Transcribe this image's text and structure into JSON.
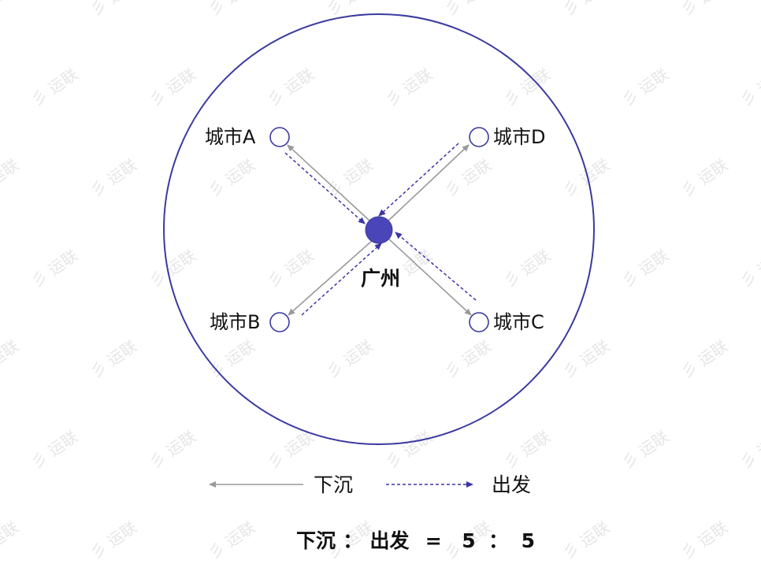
{
  "watermark": "运联",
  "hub": {
    "label": "广州",
    "color": "#4a45b8"
  },
  "cities": [
    {
      "id": "a",
      "label": "城市A"
    },
    {
      "id": "b",
      "label": "城市B"
    },
    {
      "id": "c",
      "label": "城市C"
    },
    {
      "id": "d",
      "label": "城市D"
    }
  ],
  "legend": {
    "sink_label": "下沉",
    "depart_label": "出发",
    "sink_color": "#999999",
    "depart_color": "#3b35a6"
  },
  "ratio": {
    "left_label": "下沉",
    "sep": "：",
    "right_label": "出发",
    "equals": "=",
    "left_value": "5",
    "colon": "：",
    "right_value": "5"
  },
  "colors": {
    "circle": "#3b3aa0",
    "node_stroke": "#3b3aa0"
  }
}
